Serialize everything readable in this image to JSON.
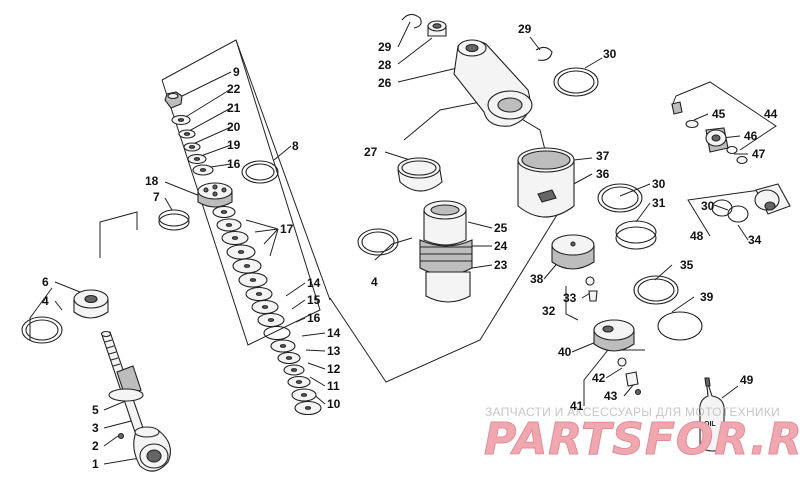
{
  "watermark": {
    "tagline": "ЗАПЧАСТИ И АКСЕССУАРЫ ДЛЯ МОТОТЕХНИКИ",
    "brand": "PARTSFOR.RU"
  },
  "oil_bottle_label": "OIL",
  "callouts": [
    {
      "id": "c1",
      "num": "1"
    },
    {
      "id": "c2",
      "num": "2"
    },
    {
      "id": "c3",
      "num": "3"
    },
    {
      "id": "c4a",
      "num": "4"
    },
    {
      "id": "c4b",
      "num": "4"
    },
    {
      "id": "c5",
      "num": "5"
    },
    {
      "id": "c6",
      "num": "6"
    },
    {
      "id": "c7",
      "num": "7"
    },
    {
      "id": "c8",
      "num": "8"
    },
    {
      "id": "c9",
      "num": "9"
    },
    {
      "id": "c10",
      "num": "10"
    },
    {
      "id": "c11",
      "num": "11"
    },
    {
      "id": "c12",
      "num": "12"
    },
    {
      "id": "c13",
      "num": "13"
    },
    {
      "id": "c14a",
      "num": "14"
    },
    {
      "id": "c14b",
      "num": "14"
    },
    {
      "id": "c15",
      "num": "15"
    },
    {
      "id": "c16a",
      "num": "16"
    },
    {
      "id": "c16b",
      "num": "16"
    },
    {
      "id": "c17",
      "num": "17"
    },
    {
      "id": "c18",
      "num": "18"
    },
    {
      "id": "c19",
      "num": "19"
    },
    {
      "id": "c20",
      "num": "20"
    },
    {
      "id": "c21",
      "num": "21"
    },
    {
      "id": "c22",
      "num": "22"
    },
    {
      "id": "c23",
      "num": "23"
    },
    {
      "id": "c24",
      "num": "24"
    },
    {
      "id": "c25",
      "num": "25"
    },
    {
      "id": "c26",
      "num": "26"
    },
    {
      "id": "c27",
      "num": "27"
    },
    {
      "id": "c28",
      "num": "28"
    },
    {
      "id": "c29a",
      "num": "29"
    },
    {
      "id": "c29b",
      "num": "29"
    },
    {
      "id": "c30a",
      "num": "30"
    },
    {
      "id": "c30b",
      "num": "30"
    },
    {
      "id": "c30c",
      "num": "30"
    },
    {
      "id": "c31",
      "num": "31"
    },
    {
      "id": "c32",
      "num": "32"
    },
    {
      "id": "c33",
      "num": "33"
    },
    {
      "id": "c34",
      "num": "34"
    },
    {
      "id": "c35",
      "num": "35"
    },
    {
      "id": "c36",
      "num": "36"
    },
    {
      "id": "c37",
      "num": "37"
    },
    {
      "id": "c38",
      "num": "38"
    },
    {
      "id": "c39",
      "num": "39"
    },
    {
      "id": "c40",
      "num": "40"
    },
    {
      "id": "c41",
      "num": "41"
    },
    {
      "id": "c42",
      "num": "42"
    },
    {
      "id": "c43",
      "num": "43"
    },
    {
      "id": "c44",
      "num": "44"
    },
    {
      "id": "c45",
      "num": "45"
    },
    {
      "id": "c46",
      "num": "46"
    },
    {
      "id": "c47",
      "num": "47"
    },
    {
      "id": "c48",
      "num": "48"
    },
    {
      "id": "c49",
      "num": "49"
    }
  ]
}
